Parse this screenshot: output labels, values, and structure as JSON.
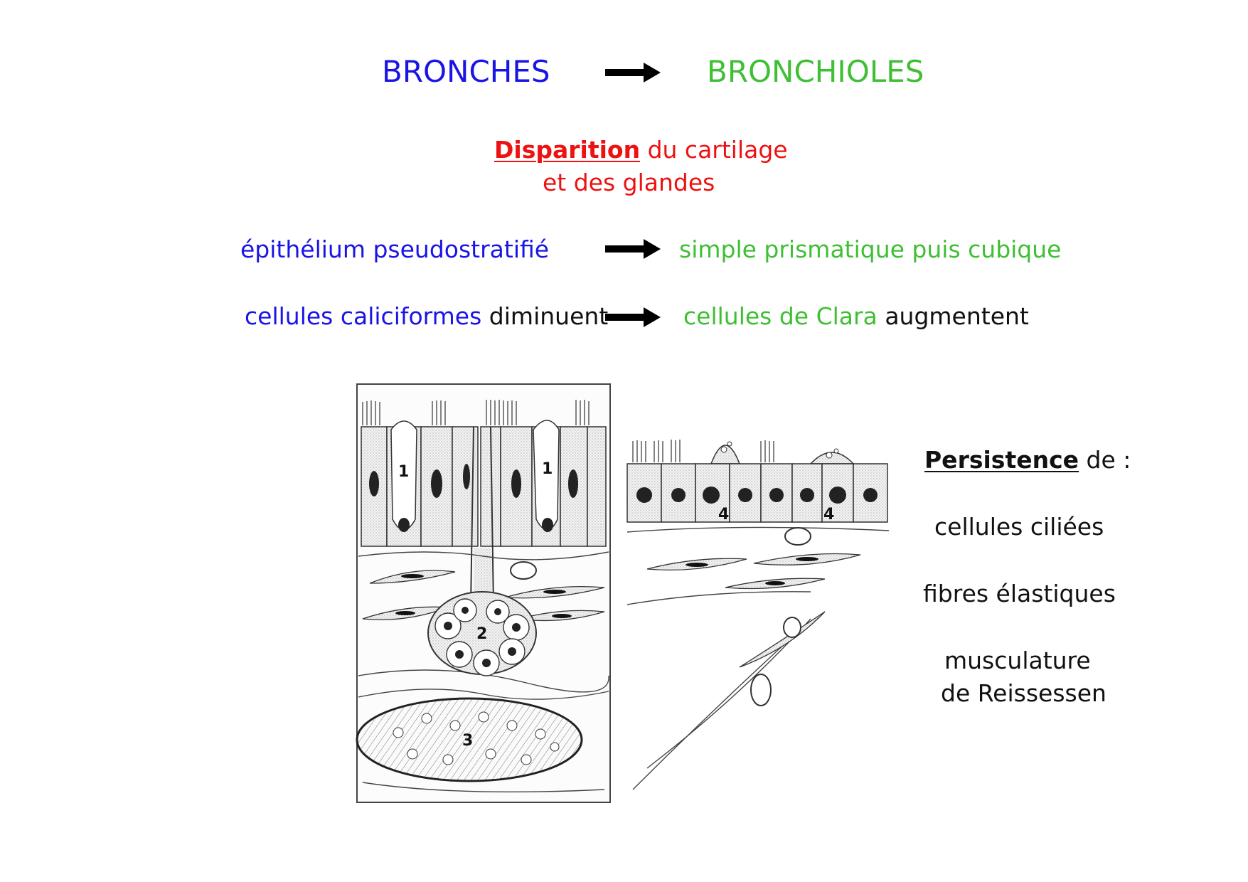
{
  "header": {
    "left": "BRONCHES",
    "right": "BRONCHIOLES"
  },
  "disappearance": {
    "emph": "Disparition",
    "line1_rest": " du cartilage",
    "line2": "et des glandes"
  },
  "row_epithelium": {
    "left": "épithélium pseudostratifié",
    "right": "simple prismatique puis cubique"
  },
  "row_cells": {
    "left_colored": "cellules caliciformes",
    "left_rest": " diminuent",
    "right_colored": "cellules de Clara",
    "right_rest": " augmentent"
  },
  "persistence": {
    "emph": "Persistence",
    "rest": " de :",
    "items": [
      "cellules ciliées",
      "fibres élastiques",
      "musculature",
      "de Reissessen"
    ]
  },
  "illustration": {
    "labels": [
      "1",
      "1",
      "2",
      "3",
      "4",
      "4"
    ]
  },
  "colors": {
    "bronches": "#1a14e6",
    "bronchioles": "#3fbf33",
    "emphasis": "#ee1111",
    "text": "#111111"
  }
}
